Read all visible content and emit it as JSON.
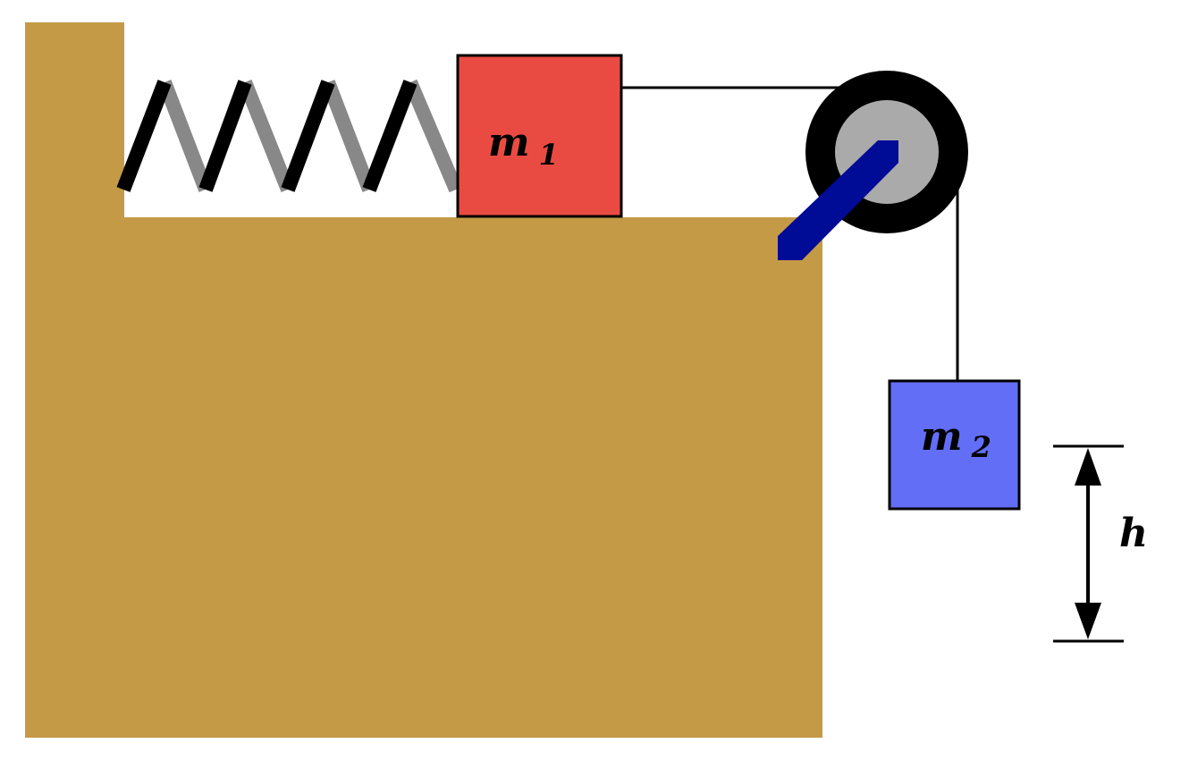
{
  "diagram": {
    "mass1": {
      "symbol": "m",
      "subscript": "1",
      "color": "#e94b43"
    },
    "mass2": {
      "symbol": "m",
      "subscript": "2",
      "color": "#636ef7"
    },
    "height": {
      "symbol": "h"
    },
    "colors": {
      "ground": "#c49a47",
      "spring_front": "#000000",
      "spring_back": "#888888",
      "pulley_rim": "#000000",
      "pulley_hub": "#aaaaaa",
      "pulley_bracket": "#000b96",
      "rope": "#000000"
    }
  }
}
